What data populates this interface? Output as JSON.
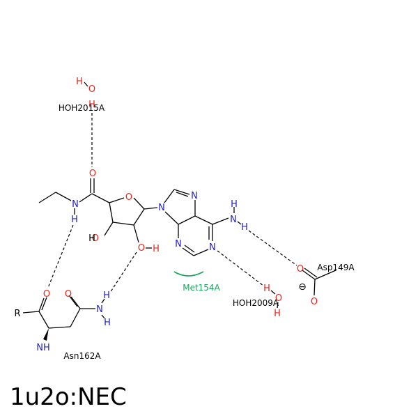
{
  "title": "1u2o:NEC",
  "colors": {
    "oxygen": "#e8251a",
    "nitrogen": "#2121c8",
    "carbon": "#000000",
    "hydrophobic": "#1aa55a"
  },
  "atoms": {
    "o_w2015": "O",
    "h_w2015_a": "H",
    "h_w2015_b": "H",
    "o_carbonyl": "O",
    "n_amide": "N",
    "h_amide": "H",
    "o_ring": "O",
    "n9": "N",
    "n7": "N",
    "n_amino": "N",
    "h_amino_a": "H",
    "h_amino_b": "H",
    "n1": "N",
    "n3": "N",
    "o_oh2": "O",
    "h_oh2": "H",
    "o_oh3": "O",
    "h_oh3": "H",
    "o_asp_a": "O",
    "o_asp_b": "O",
    "o_w2009": "O",
    "h_w2009_a": "H",
    "h_w2009_b": "H",
    "o_asn_bb": "O",
    "o_asn_sc": "O",
    "n_asn_sc": "N",
    "h_asn_a": "H",
    "h_asn_b": "H",
    "n_asn_bb": "H",
    "r_group": "R"
  },
  "residues": {
    "hoh2015": "HOH2015A",
    "asp149": "Asp149A",
    "met154": "Met154A",
    "hoh2009": "HOH2009A",
    "asn162": "Asn162A"
  },
  "charge": "⊖"
}
